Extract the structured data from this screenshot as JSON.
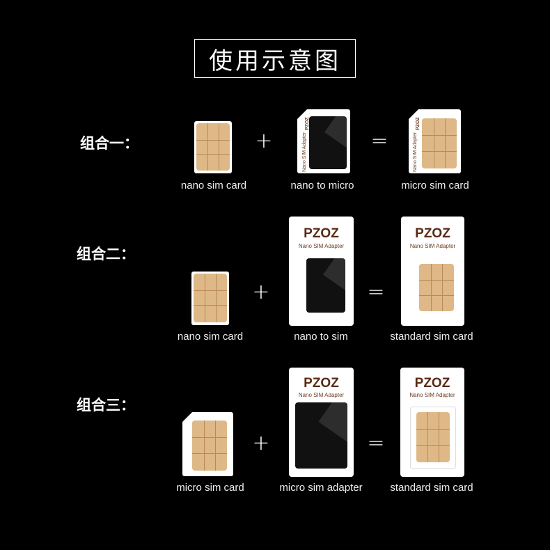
{
  "title": "使用示意图",
  "rows": [
    {
      "label": "组合一：",
      "captions": [
        "nano sim card",
        "nano to micro",
        "micro sim card"
      ]
    },
    {
      "label": "组合二：",
      "captions": [
        "nano sim card",
        "nano to sim",
        "standard sim card"
      ]
    },
    {
      "label": "组合三：",
      "captions": [
        "micro sim card",
        "micro sim adapter",
        "standard sim card"
      ]
    }
  ],
  "operators": {
    "plus": "+",
    "equals": "="
  },
  "adapter": {
    "brand": "PZOZ",
    "sub": "Nano SIM Adapter"
  },
  "colors": {
    "background": "#000000",
    "chip": "#deb887",
    "brand": "#5a2a14"
  }
}
